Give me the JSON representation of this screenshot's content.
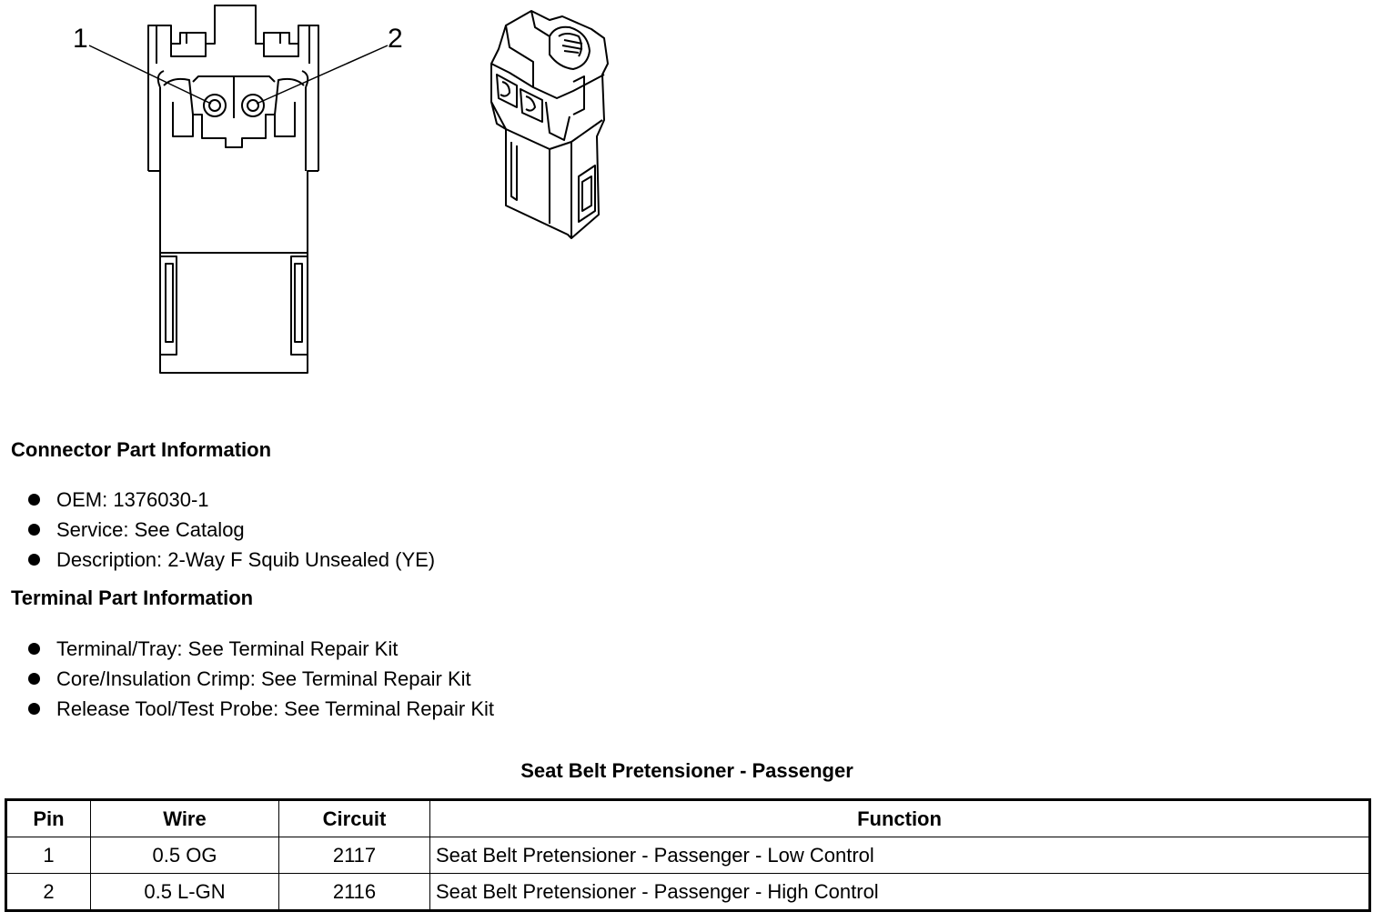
{
  "callouts": {
    "pin1": "1",
    "pin2": "2"
  },
  "connector_part_information": {
    "heading": "Connector Part Information",
    "items": [
      "OEM: 1376030-1",
      "Service: See Catalog",
      "Description: 2-Way F Squib Unsealed (YE)"
    ]
  },
  "terminal_part_information": {
    "heading": "Terminal Part Information",
    "items": [
      "Terminal/Tray: See Terminal Repair Kit",
      "Core/Insulation Crimp: See Terminal Repair Kit",
      "Release Tool/Test Probe: See Terminal Repair Kit"
    ]
  },
  "pin_table": {
    "title": "Seat Belt Pretensioner - Passenger",
    "headers": [
      "Pin",
      "Wire",
      "Circuit",
      "Function"
    ],
    "rows": [
      [
        "1",
        "0.5 OG",
        "2117",
        "Seat Belt Pretensioner - Passenger - Low Control"
      ],
      [
        "2",
        "0.5 L-GN",
        "2116",
        "Seat Belt Pretensioner - Passenger - High Control"
      ]
    ]
  }
}
